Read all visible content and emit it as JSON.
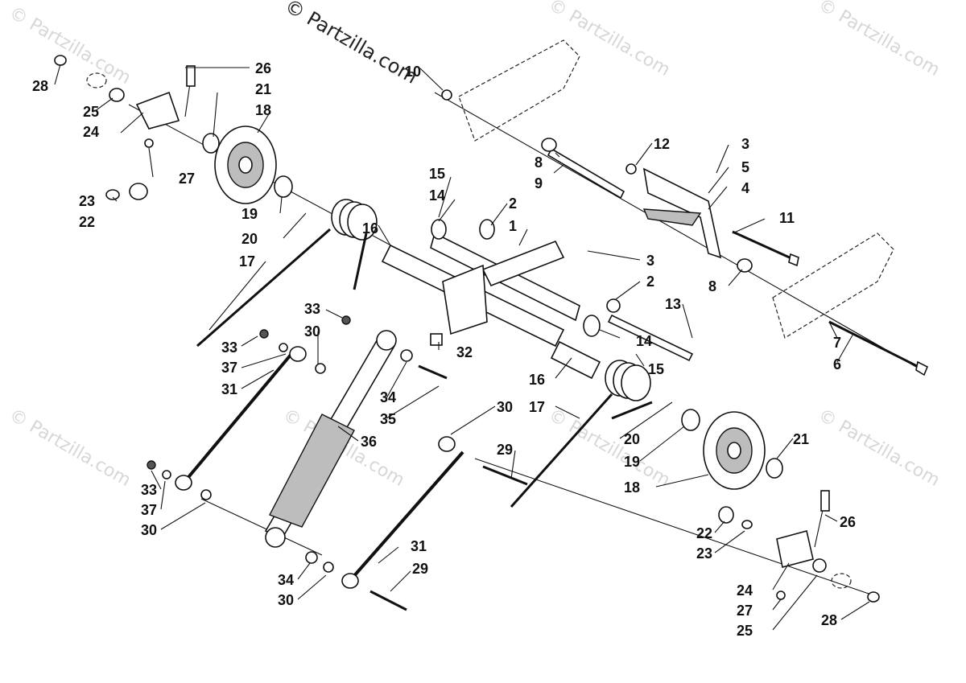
{
  "copyright": "© Partzilla.com",
  "watermark": "© Partzilla.com",
  "callouts": [
    "1",
    "2",
    "3",
    "4",
    "5",
    "6",
    "7",
    "8",
    "9",
    "10",
    "11",
    "12",
    "13",
    "14",
    "15",
    "16",
    "17",
    "18",
    "19",
    "20",
    "21",
    "22",
    "23",
    "24",
    "25",
    "26",
    "27",
    "28",
    "29",
    "30",
    "31",
    "32",
    "33",
    "34",
    "35",
    "36",
    "37"
  ]
}
